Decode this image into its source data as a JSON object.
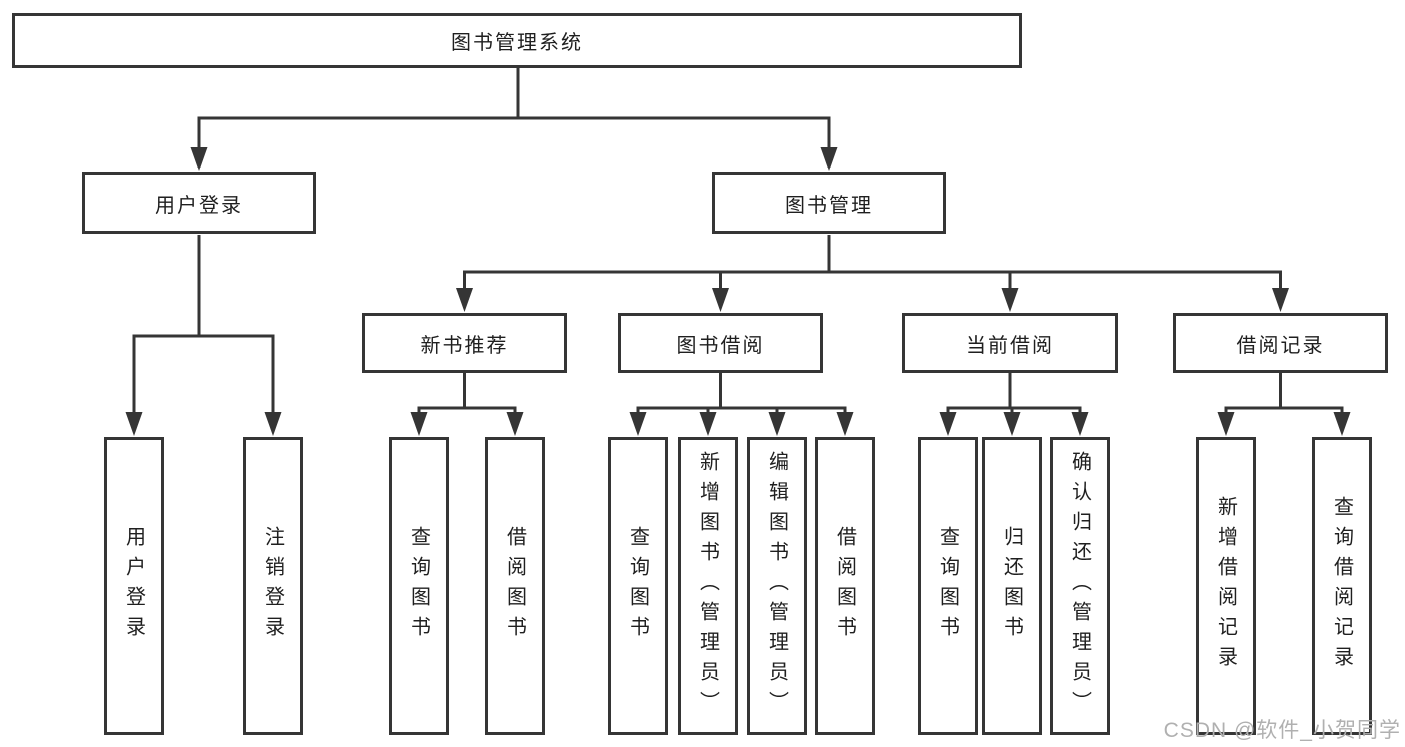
{
  "diagram": {
    "root": {
      "label": "图书管理系统"
    },
    "level2": [
      {
        "id": "user-login",
        "label": "用户登录"
      },
      {
        "id": "book-management",
        "label": "图书管理"
      }
    ],
    "level3": [
      {
        "id": "new-book-recommend",
        "label": "新书推荐",
        "parent": "图书管理"
      },
      {
        "id": "book-borrowing",
        "label": "图书借阅",
        "parent": "图书管理"
      },
      {
        "id": "current-borrowing",
        "label": "当前借阅",
        "parent": "图书管理"
      },
      {
        "id": "borrowing-records",
        "label": "借阅记录",
        "parent": "图书管理"
      }
    ],
    "leaves": [
      {
        "id": "user-login-leaf",
        "label": "用户登录",
        "parent": "用户登录"
      },
      {
        "id": "logout",
        "label": "注销登录",
        "parent": "用户登录"
      },
      {
        "id": "query-books-1",
        "label": "查询图书",
        "parent": "新书推荐"
      },
      {
        "id": "borrow-books-1",
        "label": "借阅图书",
        "parent": "新书推荐"
      },
      {
        "id": "query-books-2",
        "label": "查询图书",
        "parent": "图书借阅"
      },
      {
        "id": "add-book-admin",
        "label": "新增图书（管理员）",
        "parent": "图书借阅"
      },
      {
        "id": "edit-book-admin",
        "label": "编辑图书（管理员）",
        "parent": "图书借阅"
      },
      {
        "id": "borrow-books-2",
        "label": "借阅图书",
        "parent": "图书借阅"
      },
      {
        "id": "query-books-3",
        "label": "查询图书",
        "parent": "当前借阅"
      },
      {
        "id": "return-books",
        "label": "归还图书",
        "parent": "当前借阅"
      },
      {
        "id": "confirm-return-admin",
        "label": "确认归还（管理员）",
        "parent": "当前借阅"
      },
      {
        "id": "add-borrow-record",
        "label": "新增借阅记录",
        "parent": "借阅记录"
      },
      {
        "id": "query-borrow-record",
        "label": "查询借阅记录",
        "parent": "借阅记录"
      }
    ]
  },
  "watermark": "CSDN @软件_小贺同学",
  "colors": {
    "line": "#353535",
    "text": "#1f1f1f",
    "watermark": "#b0b0b0",
    "background": "#ffffff"
  }
}
